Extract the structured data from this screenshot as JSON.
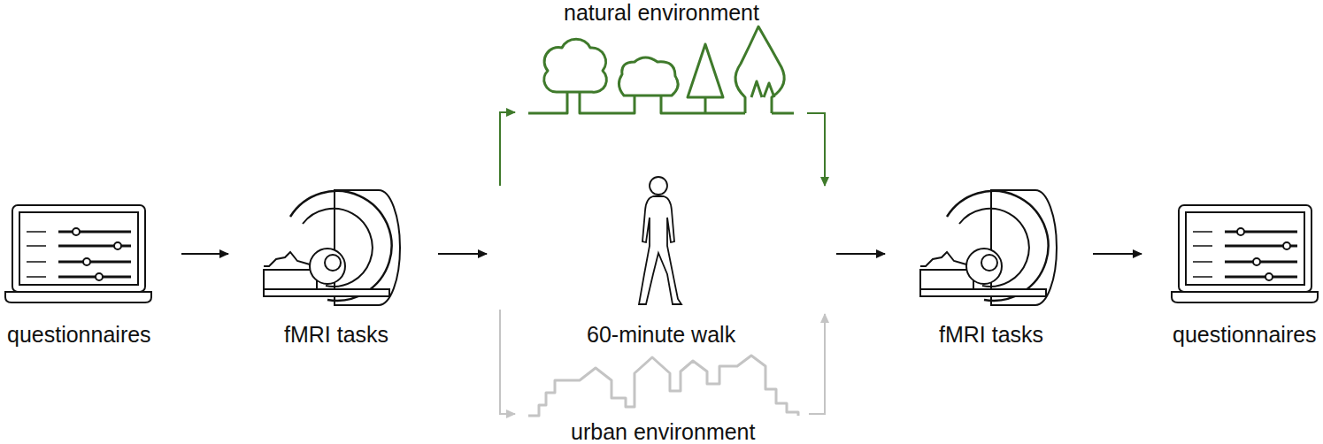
{
  "diagram": {
    "nodes": [
      {
        "text": [
          "questionnaires"
        ]
      },
      {
        "text": [
          "fMRI tasks"
        ]
      },
      {
        "text": [
          "60-minute walk"
        ]
      },
      {
        "text": [
          "fMRI tasks"
        ]
      },
      {
        "text": [
          "questionnaires"
        ]
      },
      {
        "text": [
          "natural environment"
        ]
      },
      {
        "text": [
          "urban environment"
        ]
      }
    ],
    "edges": [
      {
        "from": 0,
        "to": 1,
        "arrow": "to"
      },
      {
        "from": 1,
        "to": 2,
        "arrow": "to"
      },
      {
        "from": 2,
        "to": 5,
        "arrow": "to"
      },
      {
        "from": 5,
        "to": 2,
        "arrow": "to"
      },
      {
        "from": 2,
        "to": 6,
        "arrow": "to"
      },
      {
        "from": 6,
        "to": 2,
        "arrow": "to"
      },
      {
        "from": 2,
        "to": 3,
        "arrow": "to"
      },
      {
        "from": 3,
        "to": 4,
        "arrow": "to"
      }
    ]
  }
}
